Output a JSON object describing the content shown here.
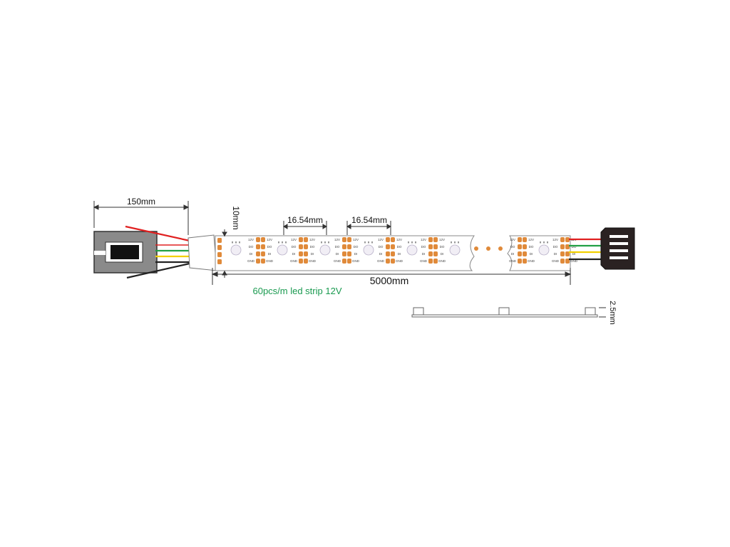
{
  "labels": {
    "lead_length": "150mm",
    "strip_width": "10mm",
    "pitch_1": "16.54mm",
    "pitch_2": "16.54mm",
    "strip_length": "5000mm",
    "caption": "60pcs/m led strip 12V",
    "thickness": "2.5mm"
  },
  "pins": [
    "12V",
    "DO",
    "DI",
    "GND"
  ],
  "colors": {
    "caption": "#1a9a50",
    "wire_red": "#e02020",
    "wire_green": "#22a045",
    "wire_yellow": "#f2d000",
    "wire_black": "#222222",
    "pad": "#e08a3a",
    "connector_body": "#8a8a8a",
    "plug_body": "#2a2222"
  }
}
